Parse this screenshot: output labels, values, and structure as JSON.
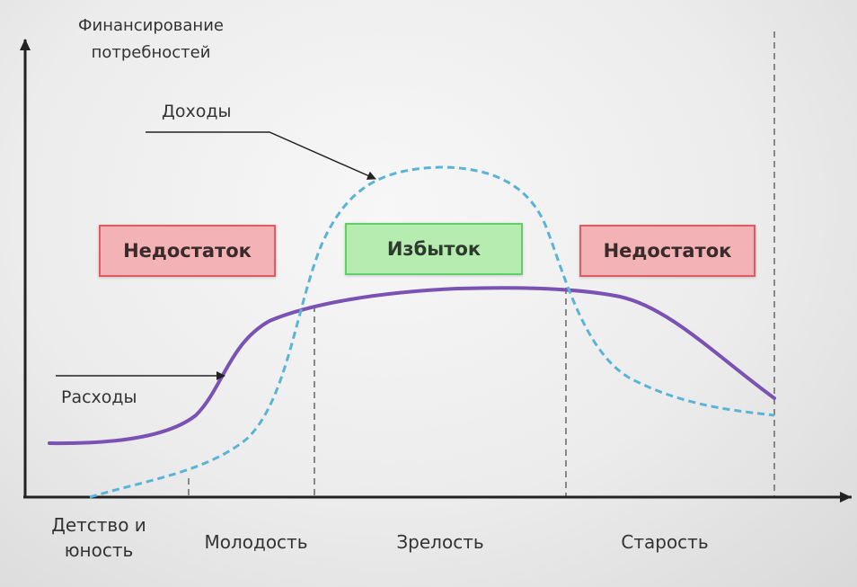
{
  "axis": {
    "y_title": "Финансирование потребностей"
  },
  "callouts": {
    "income": "Доходы",
    "expense": "Расходы"
  },
  "boxes": {
    "left": "Недостаток",
    "center": "Избыток",
    "right": "Недостаток"
  },
  "stages": {
    "childhood": "Детство и юность",
    "youth": "Молодость",
    "maturity": "Зрелость",
    "old_age": "Старость"
  },
  "colors": {
    "expense_line": "#7a52b3",
    "income_line": "#5ab4d6",
    "deficit_fill": "#f3b3b6",
    "deficit_border": "#e05a62",
    "surplus_fill": "#b6ecb0",
    "surplus_border": "#5fd067",
    "axis": "#222222",
    "guide": "#888888"
  }
}
